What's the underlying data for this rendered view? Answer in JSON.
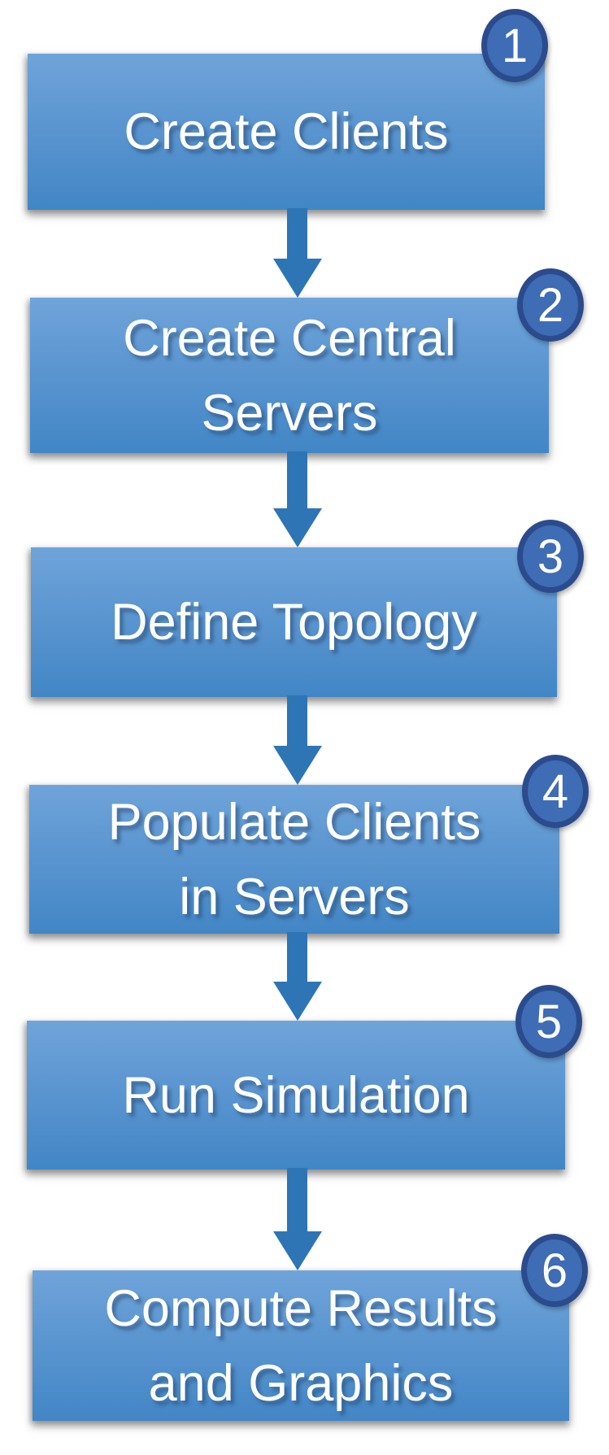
{
  "diagram": {
    "type": "flowchart",
    "direction": "top-to-bottom",
    "steps": [
      {
        "number": "1",
        "label": "Create Clients",
        "lines": [
          "Create Clients"
        ]
      },
      {
        "number": "2",
        "label": "Create Central Servers",
        "lines": [
          "Create Central",
          "Servers"
        ]
      },
      {
        "number": "3",
        "label": "Define Topology",
        "lines": [
          "Define Topology"
        ]
      },
      {
        "number": "4",
        "label": "Populate Clients in Servers",
        "lines": [
          "Populate Clients",
          "in Servers"
        ]
      },
      {
        "number": "5",
        "label": "Run Simulation",
        "lines": [
          "Run Simulation"
        ]
      },
      {
        "number": "6",
        "label": "Compute Results and Graphics",
        "lines": [
          "Compute Results",
          "and Graphics"
        ]
      }
    ],
    "connector_icon": "down-arrow"
  },
  "colors": {
    "box_gradient_top": "#6FA4DA",
    "box_gradient_bottom": "#4286C6",
    "box_text": "#FFFFFF",
    "arrow": "#2E75B6",
    "badge_fill": "#3E6CB5",
    "badge_ring": "#2B4B8C",
    "badge_text": "#FFFFFF",
    "background": "#FFFFFF"
  }
}
